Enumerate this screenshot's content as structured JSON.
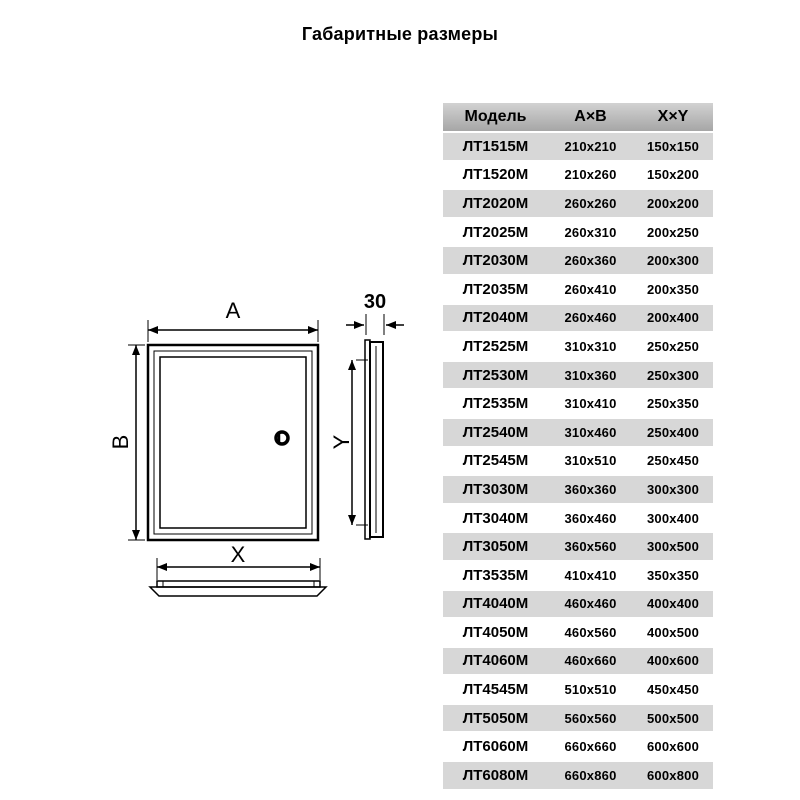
{
  "page": {
    "title": "Габаритные размеры"
  },
  "diagram": {
    "label_a": "A",
    "label_b": "B",
    "label_x": "X",
    "label_y": "Y",
    "label_depth": "30"
  },
  "table": {
    "headers": [
      "Модель",
      "А×В",
      "X×Y"
    ],
    "rows": [
      [
        "ЛТ1515М",
        "210x210",
        "150x150"
      ],
      [
        "ЛТ1520М",
        "210x260",
        "150x200"
      ],
      [
        "ЛТ2020М",
        "260x260",
        "200x200"
      ],
      [
        "ЛТ2025М",
        "260x310",
        "200x250"
      ],
      [
        "ЛТ2030М",
        "260x360",
        "200x300"
      ],
      [
        "ЛТ2035М",
        "260x410",
        "200x350"
      ],
      [
        "ЛТ2040М",
        "260x460",
        "200x400"
      ],
      [
        "ЛТ2525М",
        "310x310",
        "250x250"
      ],
      [
        "ЛТ2530М",
        "310x360",
        "250x300"
      ],
      [
        "ЛТ2535М",
        "310x410",
        "250x350"
      ],
      [
        "ЛТ2540М",
        "310x460",
        "250x400"
      ],
      [
        "ЛТ2545М",
        "310x510",
        "250x450"
      ],
      [
        "ЛТ3030М",
        "360x360",
        "300x300"
      ],
      [
        "ЛТ3040М",
        "360x460",
        "300x400"
      ],
      [
        "ЛТ3050М",
        "360x560",
        "300x500"
      ],
      [
        "ЛТ3535М",
        "410x410",
        "350x350"
      ],
      [
        "ЛТ4040М",
        "460x460",
        "400x400"
      ],
      [
        "ЛТ4050М",
        "460x560",
        "400x500"
      ],
      [
        "ЛТ4060М",
        "460x660",
        "400x600"
      ],
      [
        "ЛТ4545М",
        "510x510",
        "450x450"
      ],
      [
        "ЛТ5050М",
        "560x560",
        "500x500"
      ],
      [
        "ЛТ6060М",
        "660x660",
        "600x600"
      ],
      [
        "ЛТ6080М",
        "660x860",
        "600x800"
      ]
    ]
  },
  "colors": {
    "row_alt": "#d7d7d7",
    "header_from": "#d2d2d2",
    "header_to": "#a6a6a6"
  }
}
